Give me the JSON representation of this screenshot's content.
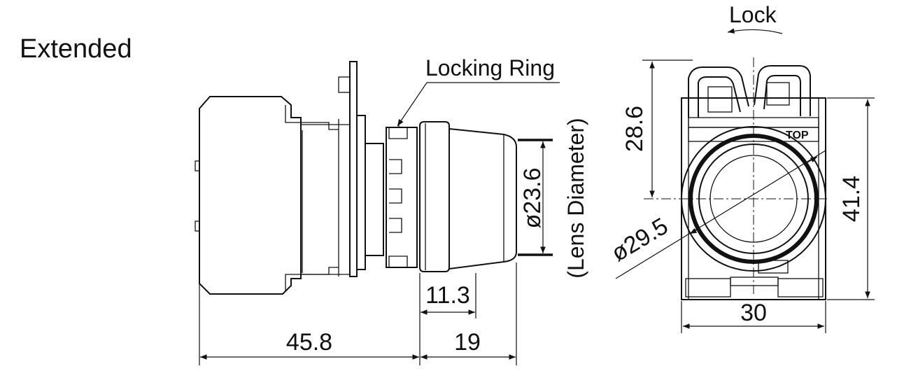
{
  "title": "Extended",
  "callouts": {
    "locking_ring": "Locking Ring",
    "lock": "Lock",
    "lens_diameter": "(Lens Diameter)",
    "top_mark": "TOP"
  },
  "dimensions": {
    "total_depth": "45.8",
    "button_projection": "19",
    "lens_depth": "11.3",
    "lens_diameter": "ø23.6",
    "bezel_diameter": "ø29.5",
    "body_width": "30",
    "body_height": "41.4",
    "lock_height": "28.6"
  }
}
